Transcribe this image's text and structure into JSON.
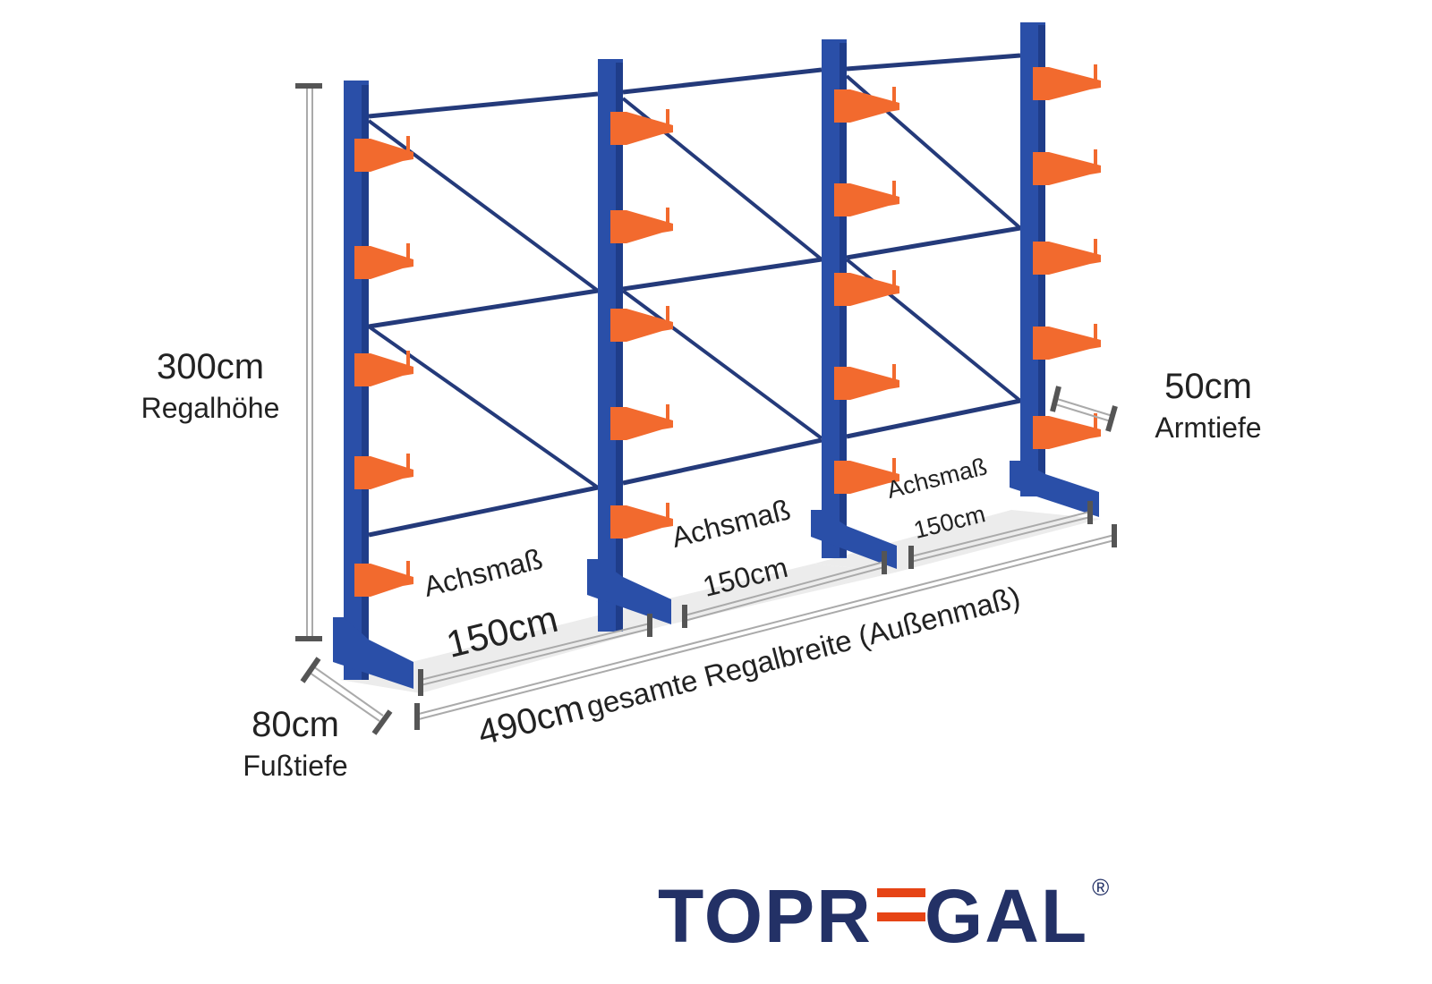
{
  "dimensions": {
    "height": {
      "value": "300cm",
      "label": "Regalhöhe"
    },
    "foot_depth": {
      "value": "80cm",
      "label": "Fußtiefe"
    },
    "arm_depth": {
      "value": "50cm",
      "label": "Armtiefe"
    },
    "bays": [
      {
        "label": "Achsmaß",
        "value": "150cm"
      },
      {
        "label": "Achsmaß",
        "value": "150cm"
      },
      {
        "label": "Achsmaß",
        "value": "150cm"
      }
    ],
    "total_width": {
      "value": "490cm",
      "label": "gesamte Regalbreite (Außenmaß)"
    }
  },
  "logo": {
    "text": "TOPREGAL",
    "registered": "®"
  },
  "colors": {
    "upright": "#2a4fa8",
    "arm": "#f26a2e",
    "brace": "#243a7a",
    "logo": "#233166",
    "logo_accent": "#e64415",
    "dimension_line": "#999999"
  }
}
